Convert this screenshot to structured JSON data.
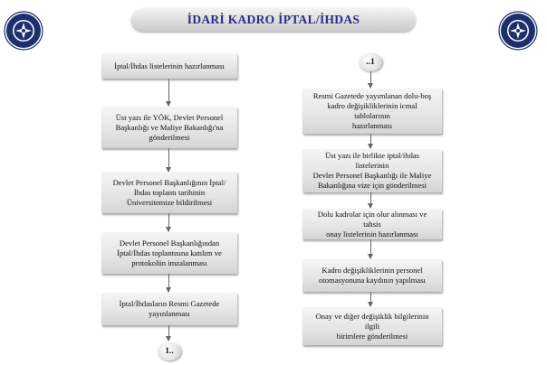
{
  "title": "İDARİ KADRO İPTAL/İHDAS",
  "logo_left": {
    "icon": "university-seal-icon"
  },
  "logo_right": {
    "icon": "university-seal-icon"
  },
  "left_flow": {
    "steps": [
      "İptal/İhdas listelerinin hazırlanması",
      "Üst yazı ile YÖK, Devlet Personel\nBaşkanlığı ve Maliye Bakanlığı'na\ngönderilmesi",
      "Devlet Personel Başkanlığının İptal/\nİhdas toplantı tarihinin\nÜniversitemize bildirilmesi",
      "Devlet Personel Başkanlığından\nİptal/İhdas toplantısına katılım ve\nprotokolün imzalanması",
      "İptal/İhdasların Resmi Gazetede\nyayınlanması"
    ],
    "connector_out": "1.."
  },
  "right_flow": {
    "connector_in": "..1",
    "steps": [
      "Resmi Gazetede yayımlanan dolu-boş\nkadro değişikliklerinin icmal tablolarının\nhazırlanması",
      "Üst yazı ile birlikte iptal/ihdas listelerinin\nDevlet Personel Başkanlığı ile Maliye\nBakanlığına vize için gönderilmesi",
      "Dolu kadrolar için olur alınması ve tahsis\nonay listelerinin hazırlanması",
      "Kadro değişikliklerinin personel\notomasyonuna  kaydının yapılması",
      "Onay ve diğer değişiklik bilgilerinin ilgili\nbirimlere gönderilmesi"
    ]
  },
  "colors": {
    "title_text": "#2d2a8a",
    "seal_blue": "#1e2f6e",
    "box_fill": "#e4e4e4",
    "arrow": "#666666"
  }
}
